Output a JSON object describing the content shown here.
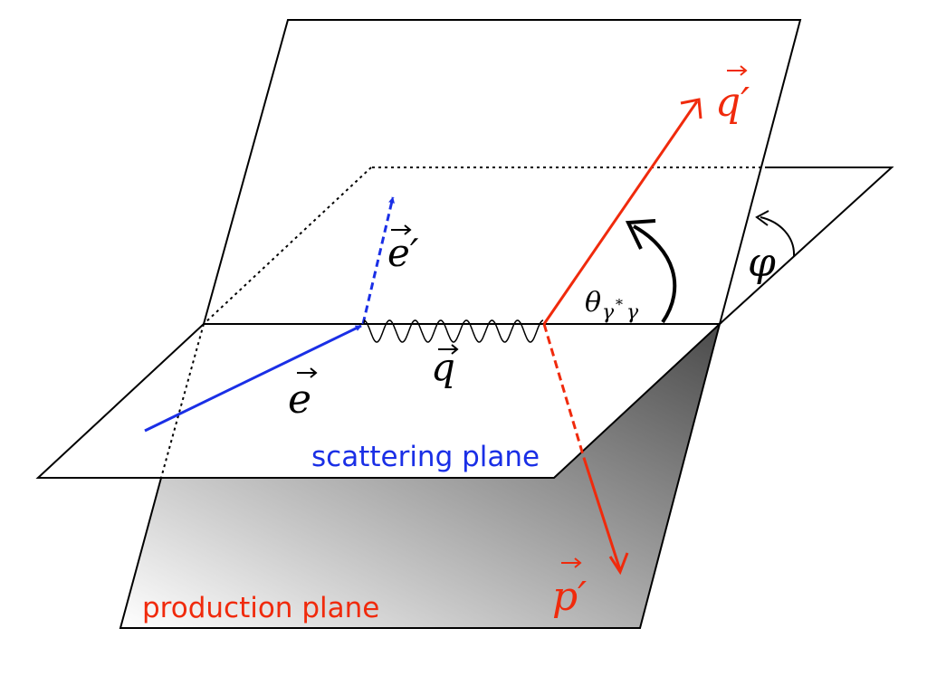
{
  "labels": {
    "e_prime": "e′",
    "e": "e",
    "q": "q",
    "q_prime": "q′",
    "p_prime": "p′",
    "phi": "φ",
    "theta_symbol": "θ",
    "theta_sub_gamma": "γ",
    "theta_sub_star": "*",
    "theta_sub_gamma2": "γ",
    "scattering_plane": "scattering plane",
    "production_plane": "production plane"
  },
  "colors": {
    "electron": "#1a2fe6",
    "photon": "#f02a0c",
    "outline": "#000000",
    "shade_light": "#ffffff",
    "shade_dark": "#4a4a4a"
  },
  "icons": {
    "vector_arrow": "right-arrow-accent",
    "angle_arrow": "curved-arrow"
  }
}
